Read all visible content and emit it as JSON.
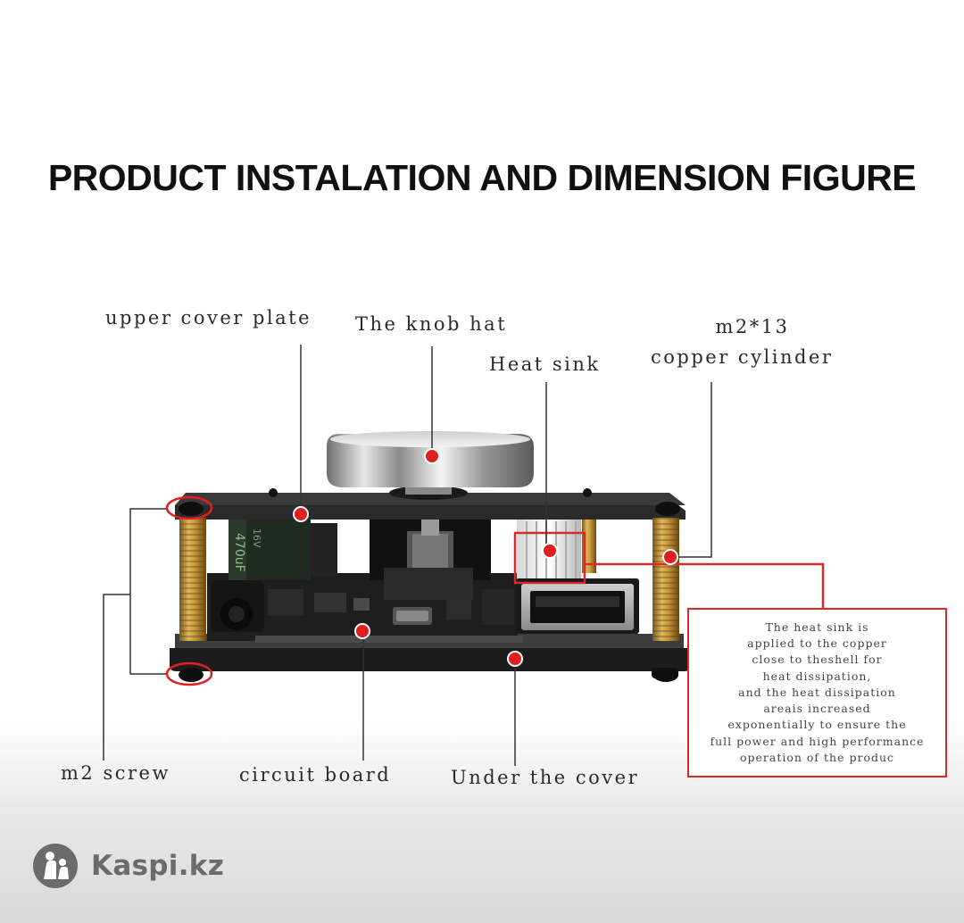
{
  "title": "PRODUCT INSTALATION AND DIMENSION FIGURE",
  "labels": {
    "upper_cover_plate": "upper cover plate",
    "knob_hat": "The knob hat",
    "heat_sink": "Heat sink",
    "copper_cylinder_size": "m2*13",
    "copper_cylinder": "copper cylinder",
    "m2_screw": "m2 screw",
    "circuit_board": "circuit board",
    "under_cover": "Under the cover"
  },
  "component_marks": {
    "capacitor": "470uF",
    "capacitor_voltage": "16V"
  },
  "note": "The heat sink is\napplied to the copper\nclose to theshell for\nheat dissipation,\nand the heat dissipation\nareais increased\nexponentially to ensure the\nfull power and high performance\noperation of the produc",
  "watermark": "Kaspi.kz",
  "colors": {
    "callout_red": "#d62b2b",
    "marker_red": "#e02020",
    "leader_line": "#333333"
  }
}
